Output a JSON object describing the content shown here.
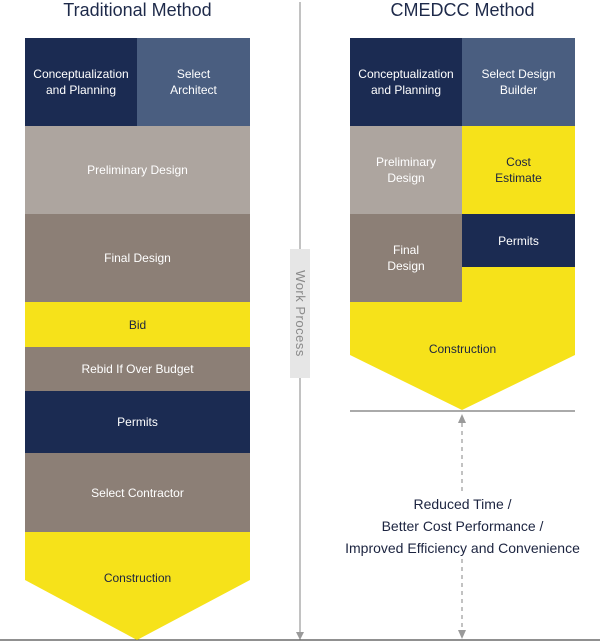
{
  "left": {
    "title": "Traditional Method",
    "blocks": {
      "conceptualization": "Conceptualization and Planning",
      "select_architect": "Select Architect",
      "preliminary_design": "Preliminary Design",
      "final_design": "Final Design",
      "bid": "Bid",
      "rebid": "Rebid If Over Budget",
      "permits": "Permits",
      "select_contractor": "Select Contractor",
      "construction": "Construction"
    }
  },
  "right": {
    "title": "CMEDCC Method",
    "blocks": {
      "conceptualization": "Conceptualization and Planning",
      "select_design_builder": "Select Design Builder",
      "preliminary_design": "Preliminary Design",
      "cost_estimate": "Cost Estimate",
      "final_design": "Final Design",
      "permits": "Permits",
      "construction": "Construction"
    }
  },
  "center_label": "Work Process",
  "benefits": [
    "Reduced Time /",
    "Better Cost Performance /",
    "Improved Efficiency and Convenience"
  ],
  "colors": {
    "navy": "#1b2b52",
    "slate_blue": "#4a5e80",
    "light_taupe": "#ada59f",
    "taupe": "#8c7f76",
    "yellow": "#f6e21a",
    "title_text": "#1e2a4a"
  }
}
